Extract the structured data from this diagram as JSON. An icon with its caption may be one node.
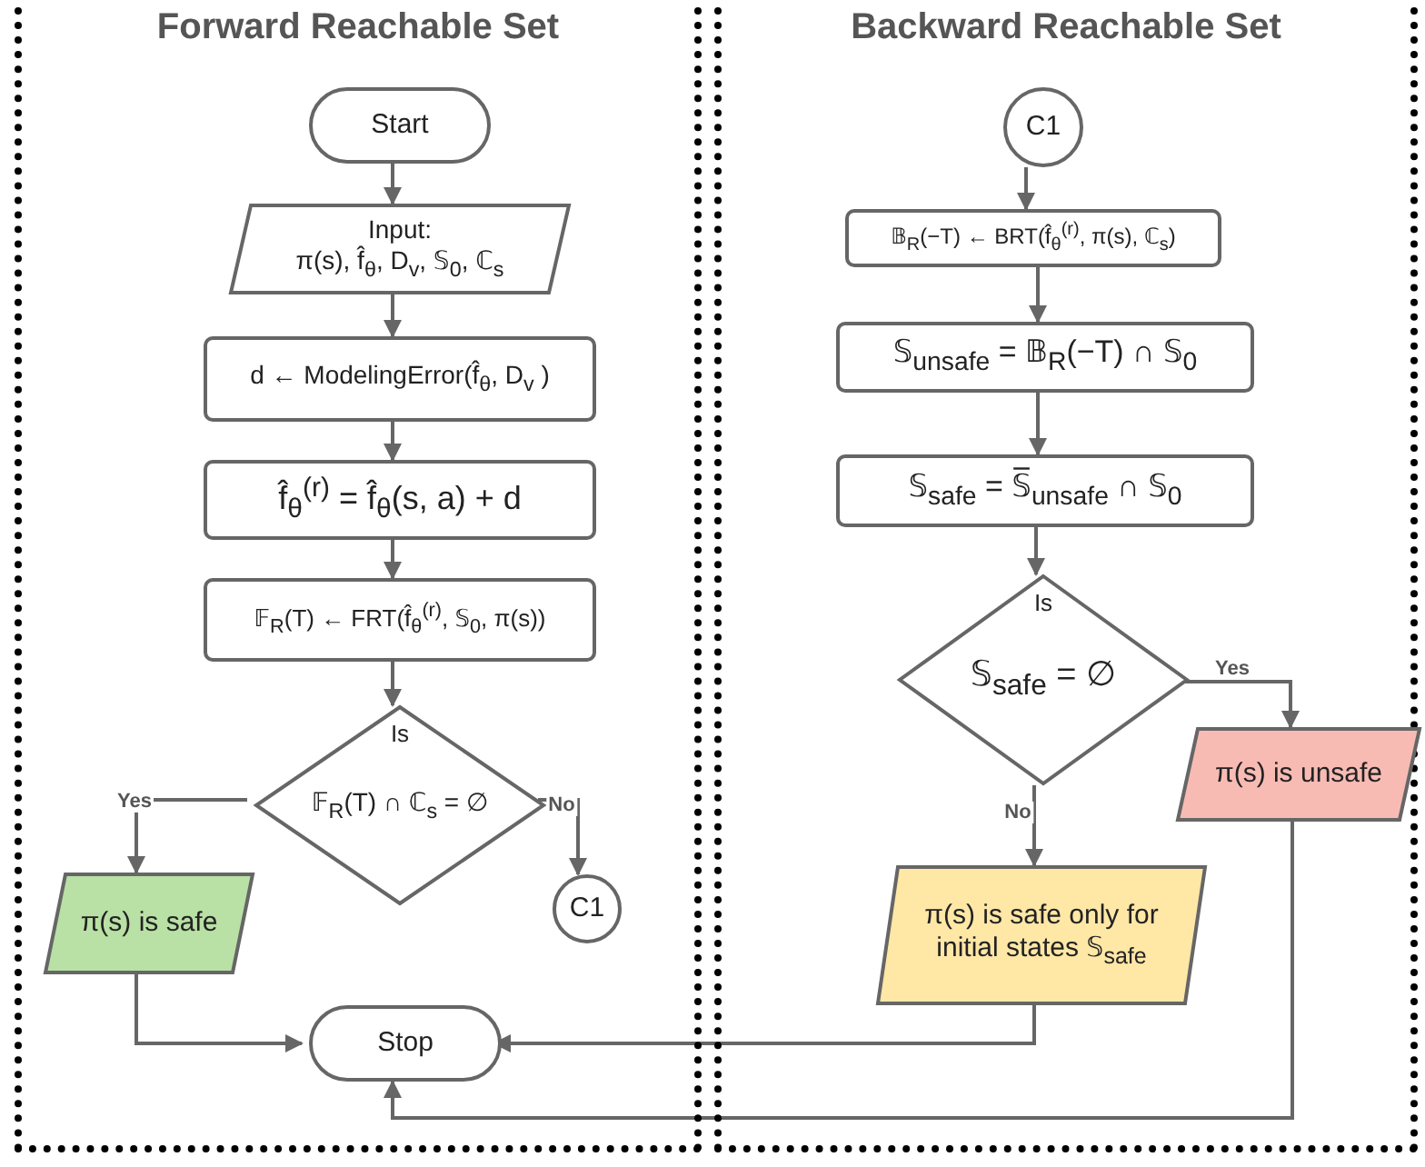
{
  "diagram": {
    "nodes": [
      {
        "text": [
          "Forward Reachable Set"
        ]
      },
      {
        "text": [
          "Start"
        ],
        "in": 0
      },
      {
        "text": [
          "Input:",
          "π(s), f̂$_{θ}$, D$_{v}$, 𝕊$_{0}$, ℂ$_{s}$"
        ],
        "in": 0
      },
      {
        "text": [
          "d ← ModelingError(f̂$_{θ}$, D$_{v}$ )"
        ],
        "in": 0
      },
      {
        "text": [
          "f̂$_{θ}$$^{(r)}$ = f̂$_{θ}$(s, a) + d"
        ],
        "in": 0
      },
      {
        "text": [
          "𝔽$_{R}$(T) ← FRT(f̂$_{θ}$$^{(r)}$, 𝕊$_{0}$, π(s))"
        ],
        "in": 0
      },
      {
        "text": [
          "Is",
          "𝔽$_{R}$(T) ∩ ℂ$_{s}$ = ∅"
        ],
        "in": 0
      },
      {
        "text": [
          "π(s) is safe"
        ],
        "in": 0
      },
      {
        "text": [
          "C1"
        ],
        "in": 0
      },
      {
        "text": [
          "Stop"
        ],
        "in": 0
      },
      {
        "text": [
          "Backward Reachable Set"
        ]
      },
      {
        "text": [
          "C1"
        ],
        "in": 10
      },
      {
        "text": [
          "𝔹$_{R}$(−T) ← BRT(f̂$_{θ}$$^{(r)}$, π(s), ℂ$_{s}$)"
        ],
        "in": 10
      },
      {
        "text": [
          "𝕊$_{unsafe}$ = 𝔹$_{R}$(−T) ∩ 𝕊$_{0}$"
        ],
        "in": 10
      },
      {
        "text": [
          "𝕊$_{safe}$ = 𝕊̅$_{unsafe}$ ∩ 𝕊$_{0}$"
        ],
        "in": 10
      },
      {
        "text": [
          "Is",
          "𝕊$_{safe}$ = ∅"
        ],
        "in": 10
      },
      {
        "text": [
          "π(s) is unsafe"
        ],
        "in": 10
      },
      {
        "text": [
          "π(s) is safe only for initial states 𝕊$_{safe}$"
        ],
        "in": 10
      }
    ],
    "edges": [
      {
        "from": 1,
        "to": 2,
        "arrow": "to"
      },
      {
        "from": 2,
        "to": 3,
        "arrow": "to"
      },
      {
        "from": 3,
        "to": 4,
        "arrow": "to"
      },
      {
        "from": 4,
        "to": 5,
        "arrow": "to"
      },
      {
        "from": 5,
        "to": 6,
        "arrow": "to"
      },
      {
        "from": 6,
        "to": 7,
        "arrow": "to",
        "label": "Yes"
      },
      {
        "from": 6,
        "to": 8,
        "arrow": "to",
        "label": "No"
      },
      {
        "from": 7,
        "to": 9,
        "arrow": "to"
      },
      {
        "from": 11,
        "to": 12,
        "arrow": "to"
      },
      {
        "from": 12,
        "to": 13,
        "arrow": "to"
      },
      {
        "from": 13,
        "to": 14,
        "arrow": "to"
      },
      {
        "from": 14,
        "to": 15,
        "arrow": "to"
      },
      {
        "from": 15,
        "to": 16,
        "arrow": "to",
        "label": "Yes"
      },
      {
        "from": 15,
        "to": 17,
        "arrow": "to",
        "label": "No"
      },
      {
        "from": 17,
        "to": 9,
        "arrow": "to"
      },
      {
        "from": 16,
        "to": 9,
        "arrow": "to"
      }
    ]
  }
}
